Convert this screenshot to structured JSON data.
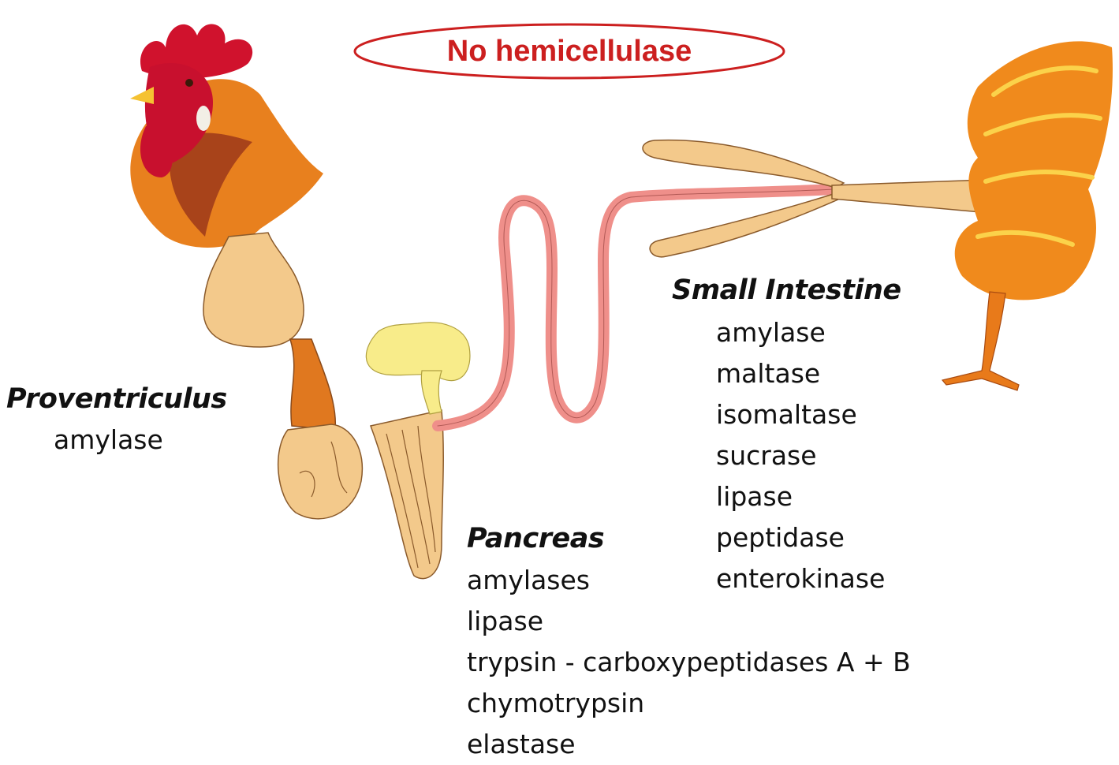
{
  "callout": {
    "text": "No hemicellulase",
    "color": "#cc1f1f"
  },
  "organs": {
    "proventriculus": {
      "title": "Proventriculus",
      "enzymes": [
        "amylase"
      ]
    },
    "pancreas": {
      "title": "Pancreas",
      "enzymes": [
        "amylases",
        "lipase",
        "trypsin - carboxypeptidases A + B",
        "chymotrypsin",
        "elastase"
      ]
    },
    "small_intestine": {
      "title": "Small Intestine",
      "enzymes": [
        "amylase",
        "maltase",
        "isomaltase",
        "sucrase",
        "lipase",
        "peptidase",
        "enterokinase"
      ]
    }
  },
  "colors": {
    "organ_fill": "#f3c98b",
    "intestine": "#ef8f8a",
    "pancreas_gland": "#f8ec8a",
    "comb": "#d0122d",
    "feathers": "#f08a1c"
  }
}
